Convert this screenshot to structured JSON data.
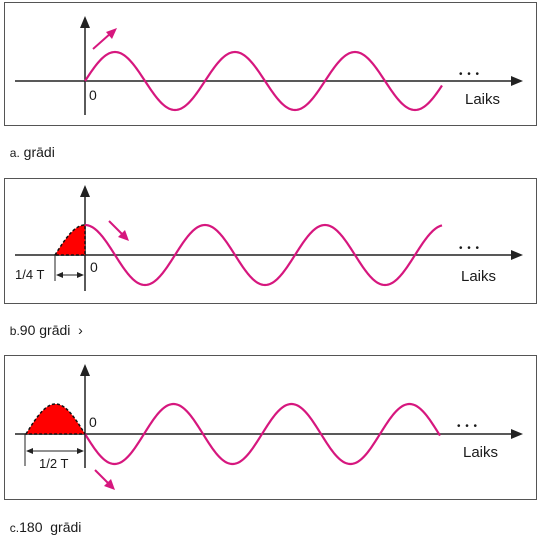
{
  "panels": [
    {
      "id": "a",
      "phase_degrees": 0,
      "origin_label": "0",
      "time_axis_label": "Laiks",
      "continuation": "• • •",
      "caption_letter": "a.",
      "caption_text": " grādi",
      "shift_label": ""
    },
    {
      "id": "b",
      "phase_degrees": 90,
      "origin_label": "0",
      "time_axis_label": "Laiks",
      "continuation": "• • •",
      "caption_letter": "b.",
      "caption_text": "90 grādi  ›",
      "shift_label": "1/4 T"
    },
    {
      "id": "c",
      "phase_degrees": 180,
      "origin_label": "0",
      "time_axis_label": "Laiks",
      "continuation": "• • •",
      "caption_letter": "c.",
      "caption_text": "180  grādi",
      "shift_label": "1/2 T"
    }
  ],
  "colors": {
    "wave": "#d6177e",
    "fill": "#ff0000",
    "axis": "#222222",
    "frame": "#555555"
  }
}
